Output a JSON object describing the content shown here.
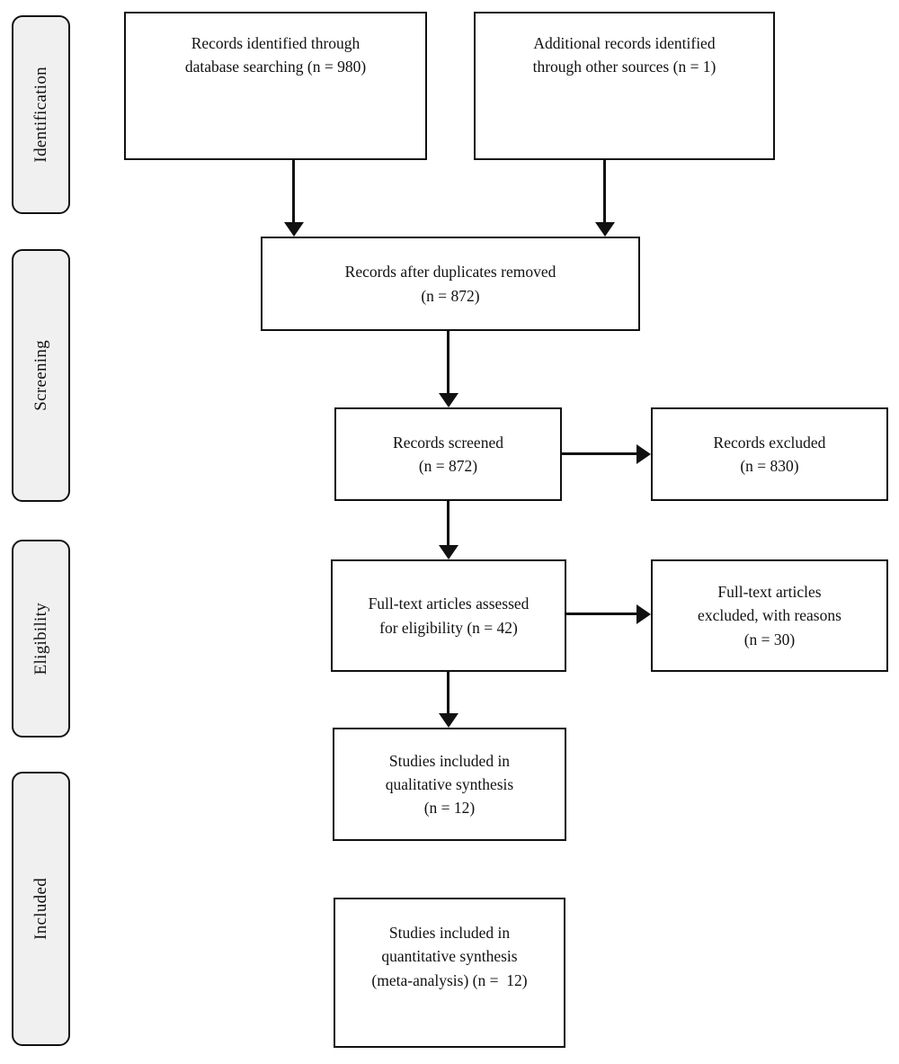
{
  "diagram": {
    "stages": [
      {
        "label": "Identification"
      },
      {
        "label": "Screening"
      },
      {
        "label": "Eligibility"
      },
      {
        "label": "Included"
      }
    ],
    "boxes": {
      "records_identified": {
        "text": "Records identified through\ndatabase searching (n = 980)",
        "n": 980
      },
      "additional_records": {
        "text": "Additional records identified\nthrough other sources (n = 1)",
        "n": 1
      },
      "records_after_duplicates": {
        "text": "Records after duplicates removed\n(n = 872)",
        "n": 872
      },
      "records_screened": {
        "text": "Records screened\n(n = 872)",
        "n": 872
      },
      "records_excluded": {
        "text": "Records excluded\n(n = 830)",
        "n": 830
      },
      "fulltext_assessed": {
        "text": "Full-text articles assessed\nfor eligibility (n = 42)",
        "n": 42
      },
      "fulltext_excluded": {
        "text": "Full-text articles\nexcluded, with reasons\n(n = 30)",
        "n": 30
      },
      "qualitative_synthesis": {
        "text": "Studies included in\nqualitative synthesis\n(n = 12)",
        "n": 12
      },
      "quantitative_synthesis": {
        "text": "Studies included in\nquantitative synthesis\n(meta-analysis) (n =  12)",
        "n": 12
      }
    },
    "connections": [
      {
        "from": "records_identified",
        "to": "records_after_duplicates"
      },
      {
        "from": "additional_records",
        "to": "records_after_duplicates"
      },
      {
        "from": "records_after_duplicates",
        "to": "records_screened"
      },
      {
        "from": "records_screened",
        "to": "records_excluded"
      },
      {
        "from": "records_screened",
        "to": "fulltext_assessed"
      },
      {
        "from": "fulltext_assessed",
        "to": "fulltext_excluded"
      },
      {
        "from": "fulltext_assessed",
        "to": "qualitative_synthesis"
      }
    ]
  },
  "colors": {
    "background": "#ffffff",
    "box_fill": "#ffffff",
    "box_border": "#111111",
    "stage_fill": "#f0f0f0",
    "arrow": "#111111",
    "text": "#111111"
  }
}
